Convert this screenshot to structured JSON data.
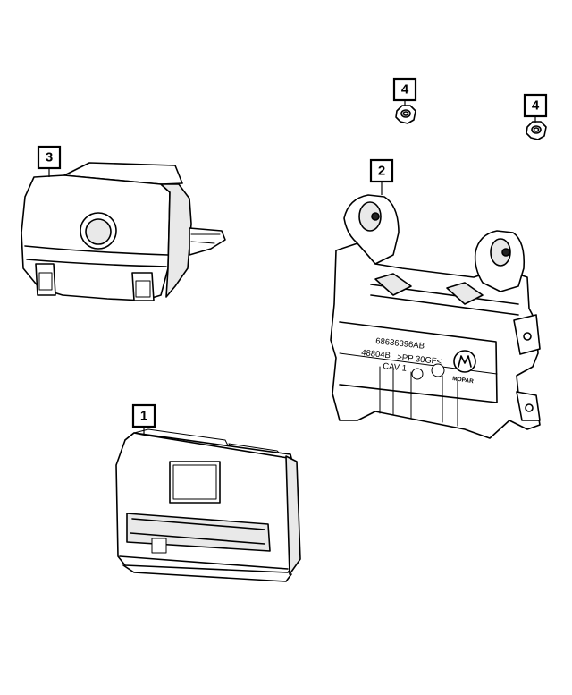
{
  "callouts": {
    "one": "1",
    "two": "2",
    "three": "3",
    "four_a": "4",
    "four_b": "4"
  },
  "bracket_markings": {
    "part_number": "68636396AB",
    "mold_code": "48804B",
    "material": ">PP 30GF<",
    "cavity": "CAV 1",
    "brand": "MOPAR"
  }
}
